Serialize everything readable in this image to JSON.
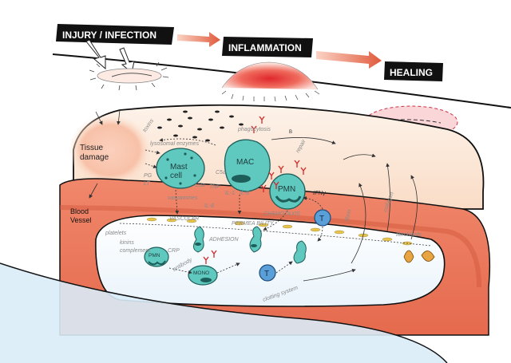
{
  "stages": {
    "injury": "INJURY / INFECTION",
    "inflammation": "INFLAMMATION",
    "healing": "HEALING"
  },
  "cells": {
    "mast": "Mast cell",
    "mac": "MAC",
    "pmn_large": "PMN",
    "pmn_small": "PMN",
    "mono": "MONO",
    "t_upper": "T",
    "t_lower": "T"
  },
  "labels": {
    "tissue_damage": "Tissue damage",
    "blood_vessel": "Blood Vessel",
    "toxins": "toxins",
    "phagocytosis": "phagocytosis",
    "lysosomal_enzymes": "lysosomal enzymes",
    "repair": "repair",
    "b": "B",
    "pg": "PG",
    "lt": "LT",
    "vasoamines": "vasoamines",
    "c5a": "C5a",
    "c3a": "C3a",
    "tnf": "TNF",
    "il1": "IL-1",
    "il6": "IL-6",
    "il8": "IL-8",
    "ifng": "IFNγ",
    "chemotaxis": "CHEMOTAXIS",
    "vascular": "VASCULAR",
    "permeability": "PERMEA BILITY",
    "adhesion": "ADHESION",
    "platelets": "platelets",
    "kinins": "kinins",
    "complement": "complement",
    "crp": "CRP",
    "antibody": "antibody",
    "clotting_system": "clotting system",
    "fibrin": "fibrin",
    "collagen": "collagen",
    "fibroblasts": "fibroblasts"
  },
  "colors": {
    "stage_box": "#111111",
    "arrow": "#e36a4c",
    "cell_fill": "#5fc9c0",
    "cell_stroke": "#1e5e5a",
    "vessel_wall": "#e8775a",
    "tissue": "#fbe7d5",
    "damage": "#f6b59a",
    "inflamed": "#e0282b",
    "blue": "#5a9fd8"
  }
}
